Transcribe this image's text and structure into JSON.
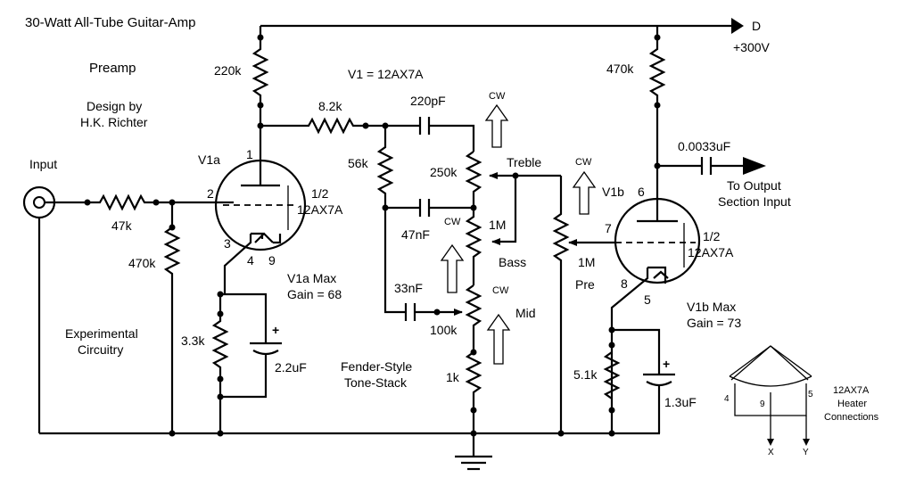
{
  "title": "30-Watt All-Tube Guitar-Amp",
  "section": "Preamp",
  "credit": {
    "line1": "Design by",
    "line2": "H.K. Richter"
  },
  "supply": {
    "node": "D",
    "voltage": "+300V"
  },
  "tube_label": "V1 = 12AX7A",
  "input_label": "Input",
  "experimental": {
    "line1": "Experimental",
    "line2": "Circuitry"
  },
  "tonestack": {
    "line1": "Fender-Style",
    "line2": "Tone-Stack"
  },
  "output": {
    "line1": "To Output",
    "line2": "Section Input"
  },
  "cw": "CW",
  "v1a": {
    "name": "V1a",
    "half_line1": "1/2",
    "half_line2": "12AX7A",
    "pins": {
      "plate": "1",
      "grid": "2",
      "cathode": "3",
      "heater_a": "4",
      "heater_b": "9"
    },
    "gain_line1": "V1a Max",
    "gain_line2": "Gain = 68"
  },
  "v1b": {
    "name": "V1b",
    "half_line1": "1/2",
    "half_line2": "12AX7A",
    "pins": {
      "plate": "6",
      "grid": "7",
      "cathode": "8",
      "heater": "5"
    },
    "gain_line1": "V1b Max",
    "gain_line2": "Gain = 73"
  },
  "components": {
    "r_plate_a": "220k",
    "r_series": "8.2k",
    "c_treble": "220pF",
    "r_56k": "56k",
    "pot_treble": "250k",
    "pot_treble_name": "Treble",
    "c_bass": "47nF",
    "pot_bass": "1M",
    "pot_bass_name": "Bass",
    "c_mid": "33nF",
    "pot_mid": "100k",
    "pot_mid_name": "Mid",
    "r_1k": "1k",
    "r_input": "47k",
    "r_grid": "470k",
    "r_cathode_a": "3.3k",
    "c_cathode_a": "2.2uF",
    "pot_pre": "1M",
    "pot_pre_name": "Pre",
    "r_plate_b": "470k",
    "c_out": "0.0033uF",
    "r_cathode_b": "5.1k",
    "c_cathode_b": "1.3uF"
  },
  "heater": {
    "title_line1": "12AX7A",
    "title_line2": "Heater",
    "title_line3": "Connections",
    "pin4": "4",
    "pin9": "9",
    "pin5": "5",
    "x": "X",
    "y": "Y"
  }
}
